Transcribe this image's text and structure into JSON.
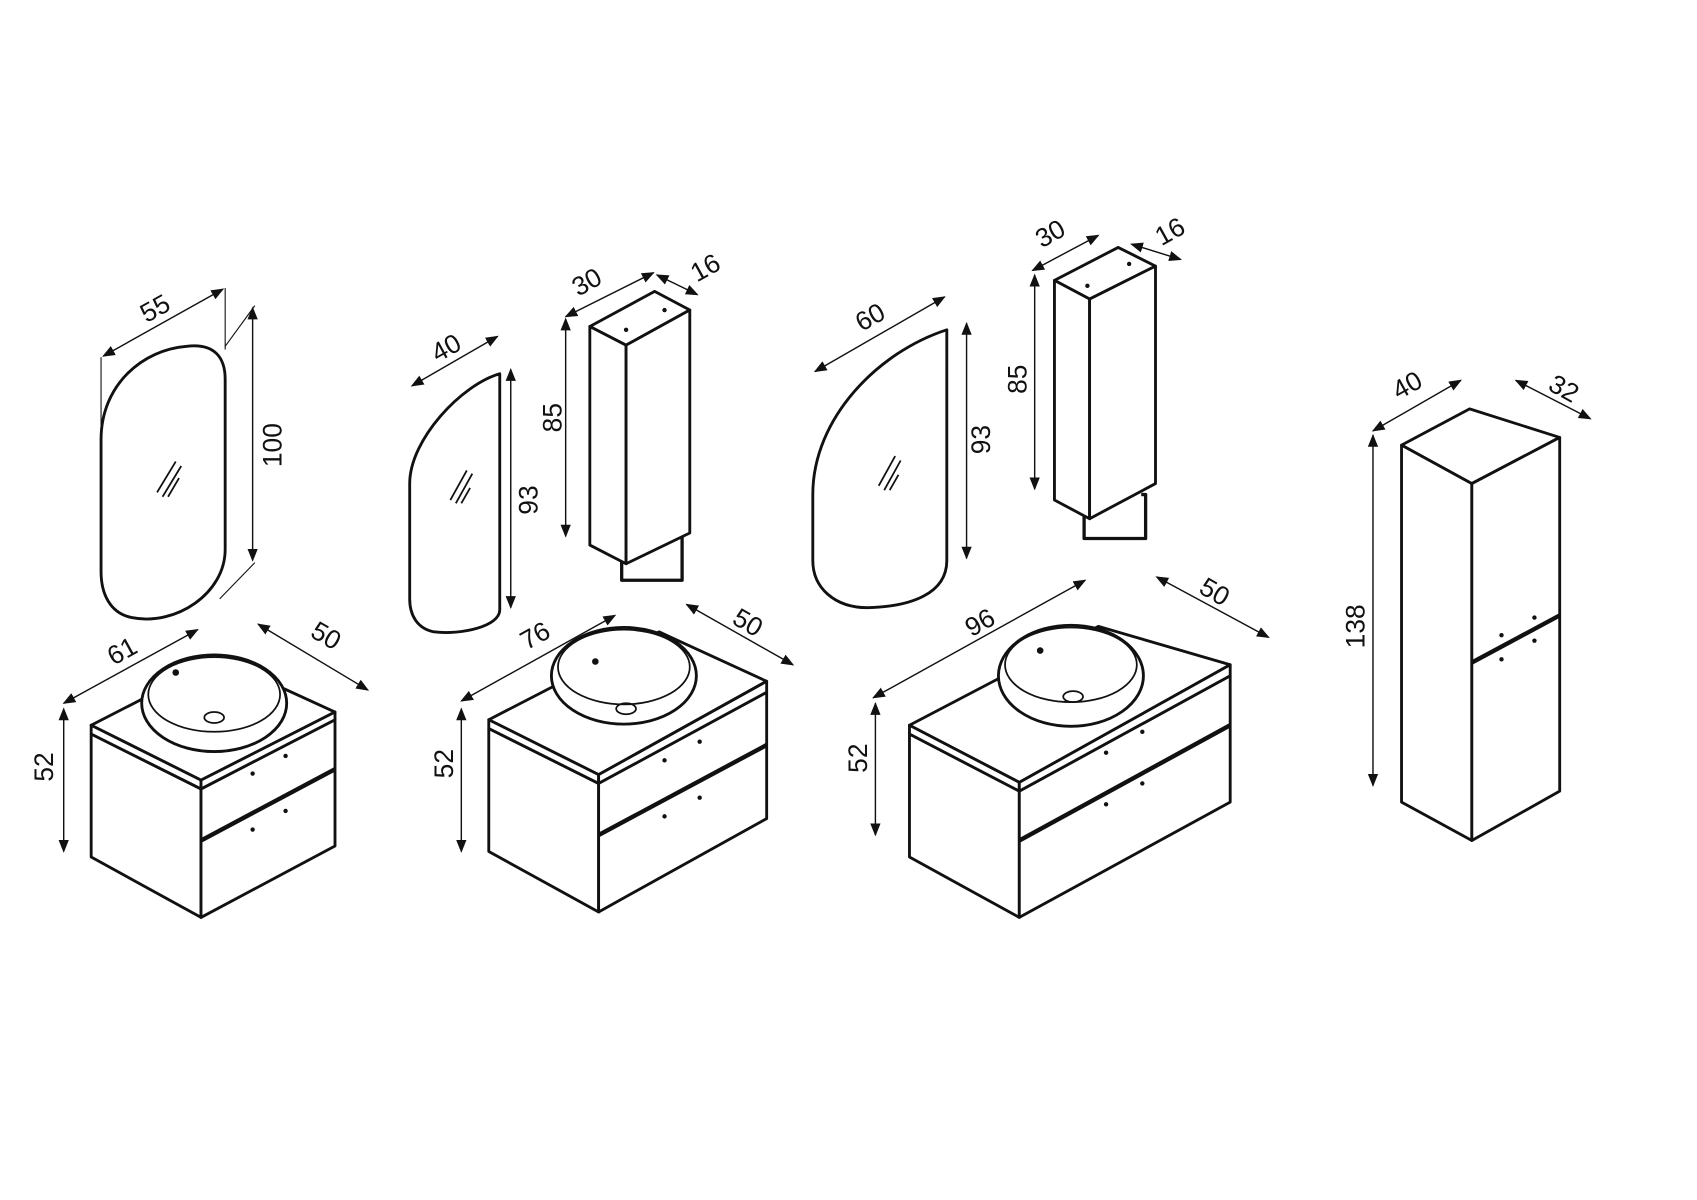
{
  "mirror_oval": {
    "width": "55",
    "height": "100"
  },
  "mirror_half_small": {
    "width": "40",
    "height": "93"
  },
  "wall_cabinet_1": {
    "width": "30",
    "depth": "16",
    "height": "85"
  },
  "mirror_half_large": {
    "width": "60",
    "height": "93"
  },
  "wall_cabinet_2": {
    "width": "30",
    "depth": "16",
    "height": "85"
  },
  "tall_cabinet": {
    "width": "40",
    "depth": "32",
    "height": "138"
  },
  "vanity_61": {
    "width": "61",
    "depth": "50",
    "height": "52"
  },
  "vanity_76": {
    "width": "76",
    "depth": "50",
    "height": "52"
  },
  "vanity_96": {
    "width": "96",
    "depth": "50",
    "height": "52"
  }
}
